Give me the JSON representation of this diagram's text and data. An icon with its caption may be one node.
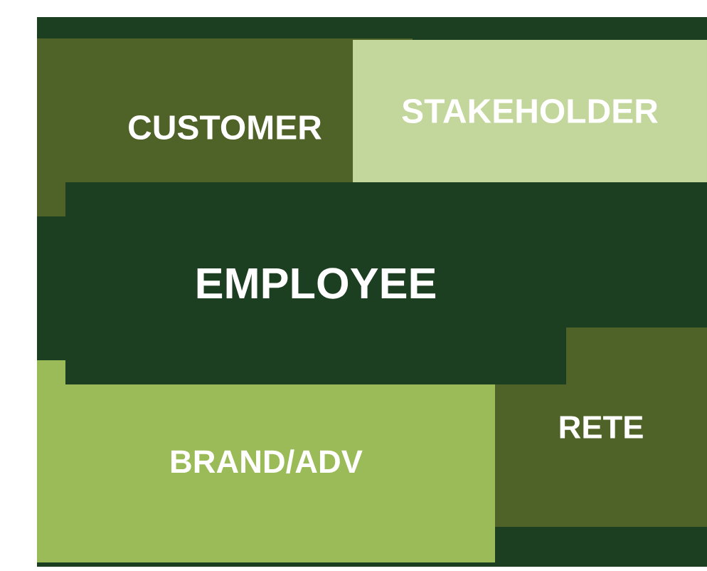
{
  "diagram": {
    "nodes": [
      {
        "text": [
          "CUSTOMER"
        ]
      },
      {
        "text": [
          "STAKEHOLDER"
        ]
      },
      {
        "text": [
          "EMPLOYEE"
        ]
      },
      {
        "text": [
          "BRAND/ADV"
        ]
      },
      {
        "text": [
          "RETE"
        ]
      }
    ]
  }
}
